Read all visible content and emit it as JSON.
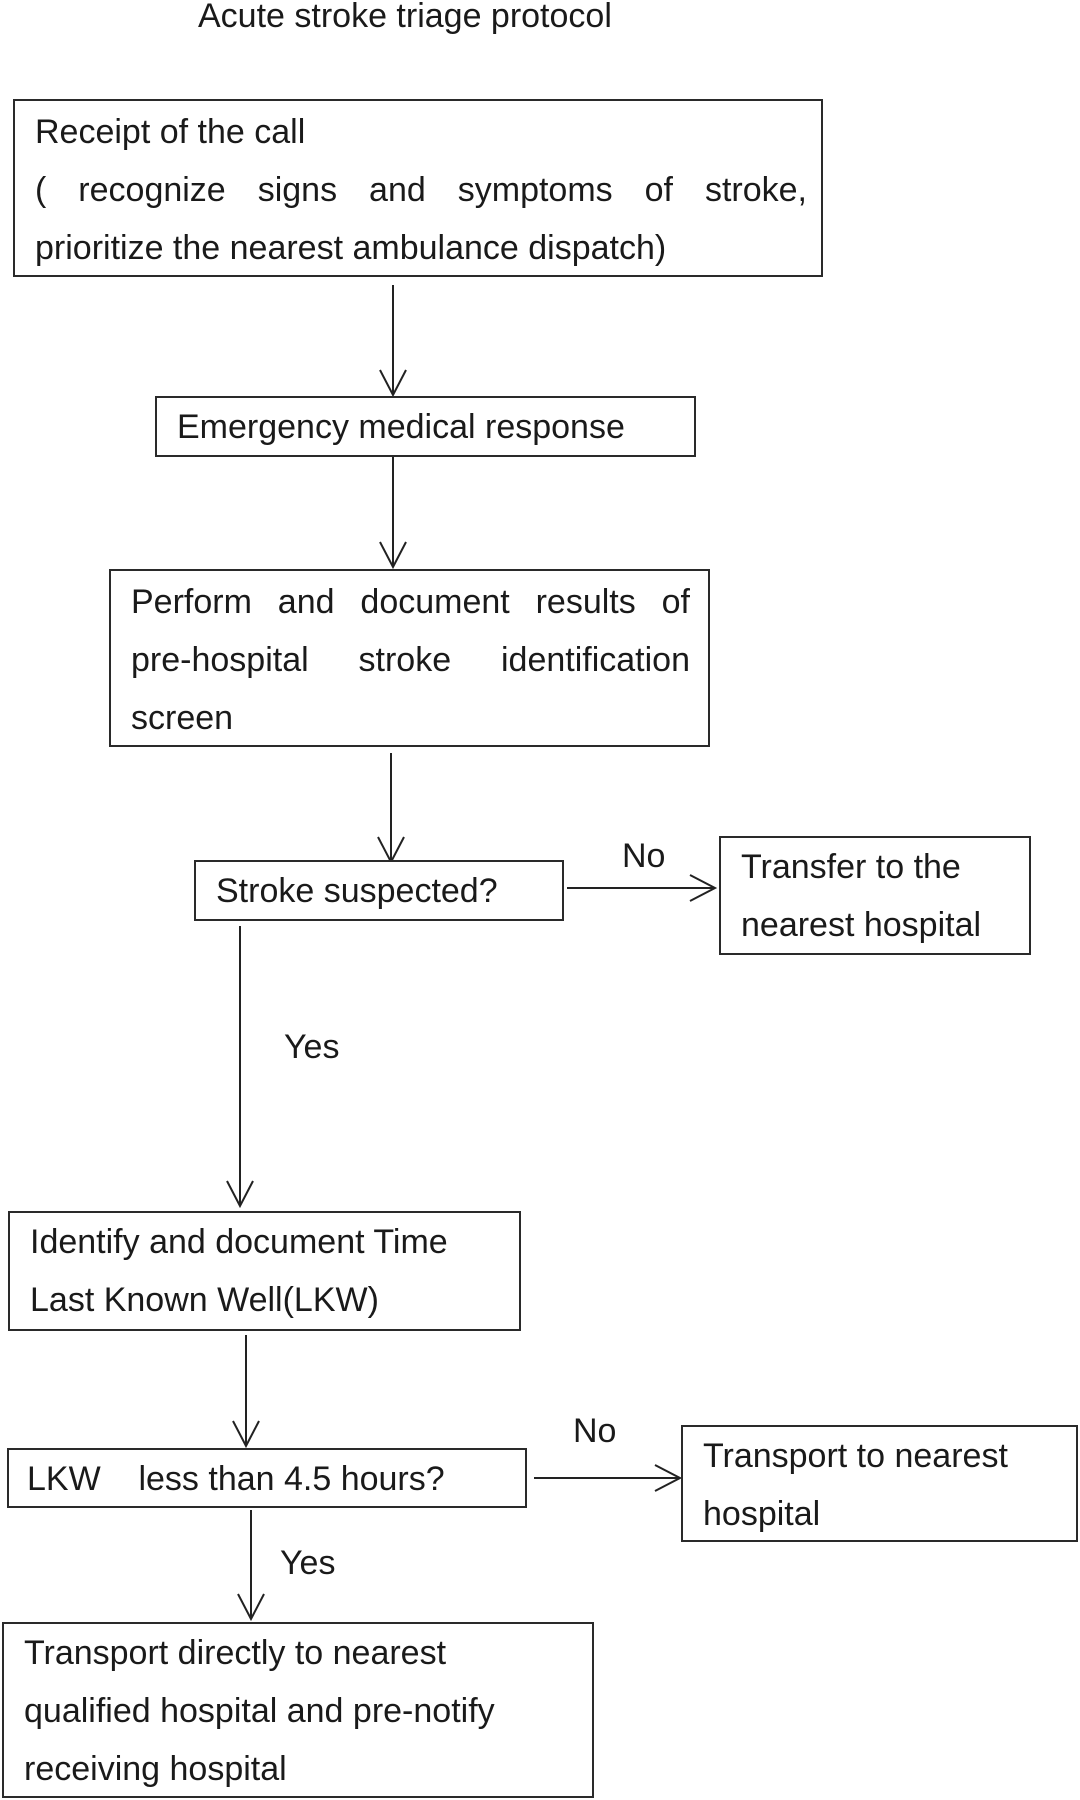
{
  "title": "Acute stroke triage protocol",
  "nodes": {
    "receipt_call": {
      "lines": [
        "Receipt of the call",
        "( recognize signs and symptoms of stroke,",
        "prioritize the nearest ambulance dispatch)"
      ]
    },
    "emergency_response": {
      "lines": [
        "Emergency medical response"
      ]
    },
    "perform_document": {
      "lines": [
        "Perform and document results of",
        "pre-hospital stroke identification",
        "screen"
      ]
    },
    "stroke_suspected": {
      "lines": [
        "Stroke suspected?"
      ]
    },
    "transfer_nearest": {
      "lines": [
        "Transfer to the",
        "nearest hospital"
      ]
    },
    "identify_lkw": {
      "lines": [
        "Identify and document Time",
        "Last Known Well(LKW)"
      ]
    },
    "lkw_check": {
      "lines": [
        "LKW    less than 4.5 hours?"
      ]
    },
    "transport_nearest": {
      "lines": [
        "Transport to nearest",
        "hospital"
      ]
    },
    "transport_qualified": {
      "lines": [
        "Transport directly to nearest",
        "qualified hospital and pre-notify",
        "receiving hospital"
      ]
    }
  },
  "edge_labels": {
    "stroke_no": "No",
    "stroke_yes": "Yes",
    "lkw_no": "No",
    "lkw_yes": "Yes"
  }
}
